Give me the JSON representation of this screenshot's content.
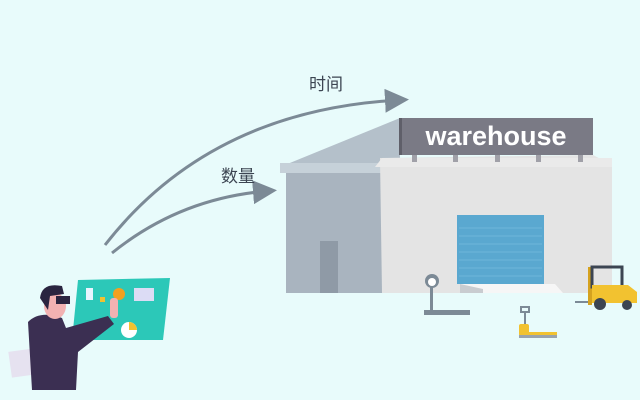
{
  "labels": {
    "time": "时间",
    "quantity": "数量"
  },
  "sign": {
    "text": "warehouse"
  },
  "colors": {
    "background": "#e8fbfb",
    "arrow": "#7c8a96",
    "sign": "#7a7a85",
    "door": "#5aa8d0",
    "wall": "#e4e4e4",
    "annex": "#a9b4bf",
    "forklift": "#f2c230",
    "screen": "#2cc8b8",
    "suit": "#3b2f52"
  }
}
